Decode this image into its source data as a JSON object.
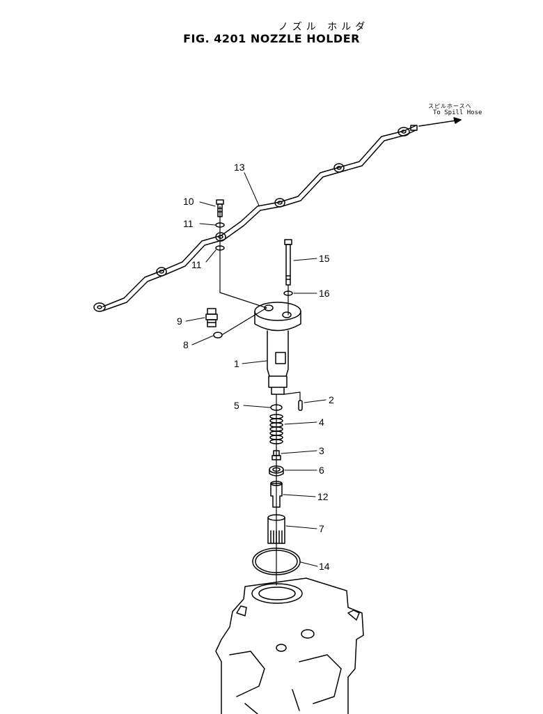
{
  "figure": {
    "title_jp": "ノズル ホルダ",
    "title_en": "FIG. 4201  NOZZLE HOLDER"
  },
  "spill_hose_note": {
    "jp": "スピルホースへ",
    "en": "To Spill Hose"
  },
  "callouts": [
    "1",
    "2",
    "3",
    "4",
    "5",
    "6",
    "7",
    "8",
    "9",
    "10",
    "11",
    "11",
    "12",
    "13",
    "14",
    "15",
    "16"
  ],
  "colors": {
    "ink": "#000000",
    "paper": "#ffffff"
  }
}
